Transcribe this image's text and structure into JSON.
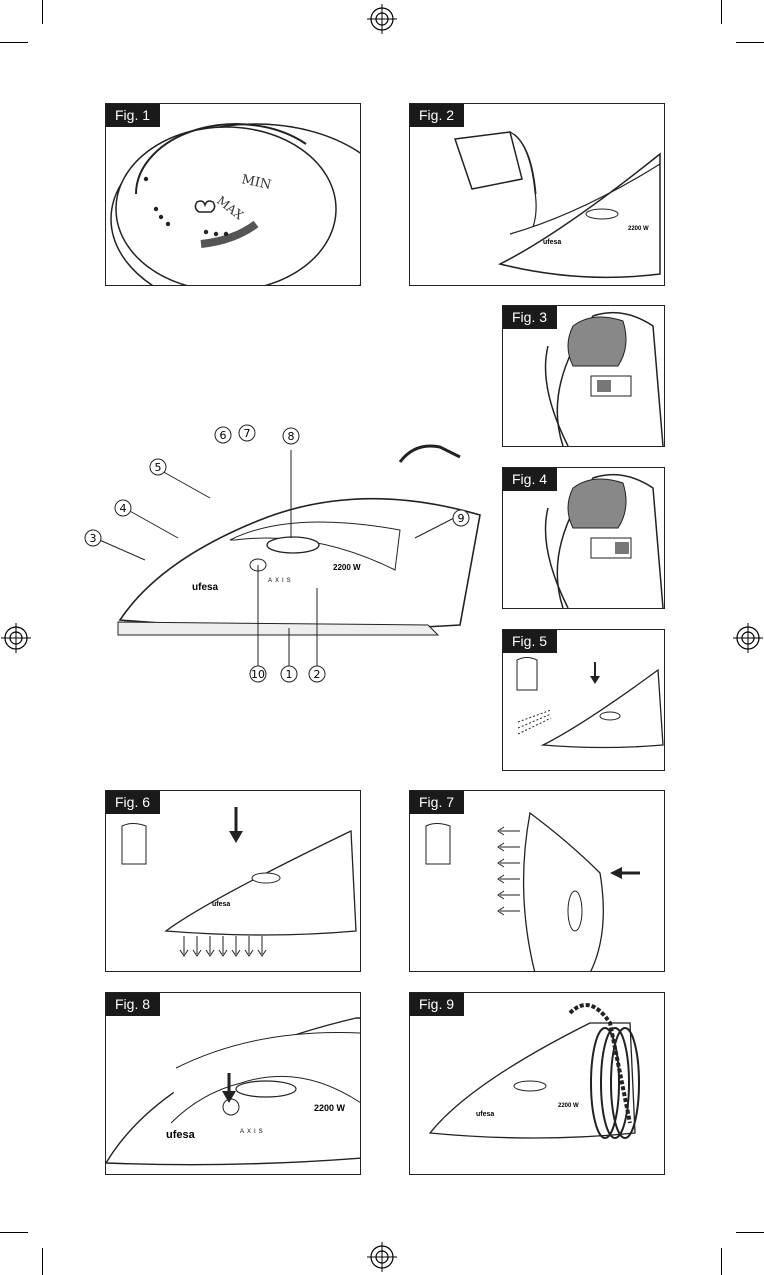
{
  "figures": [
    {
      "label": "Fig. 1"
    },
    {
      "label": "Fig. 2"
    },
    {
      "label": "Fig. 3"
    },
    {
      "label": "Fig. 4"
    },
    {
      "label": "Fig. 5"
    },
    {
      "label": "Fig. 6"
    },
    {
      "label": "Fig. 7"
    },
    {
      "label": "Fig. 8"
    },
    {
      "label": "Fig. 9"
    }
  ],
  "dial": {
    "min": "MIN",
    "max": "MAX"
  },
  "brand": "ufesa",
  "power": "2200 W",
  "model_line": "AXIS",
  "callouts": [
    "1",
    "2",
    "3",
    "4",
    "5",
    "6",
    "7",
    "8",
    "9",
    "10"
  ]
}
